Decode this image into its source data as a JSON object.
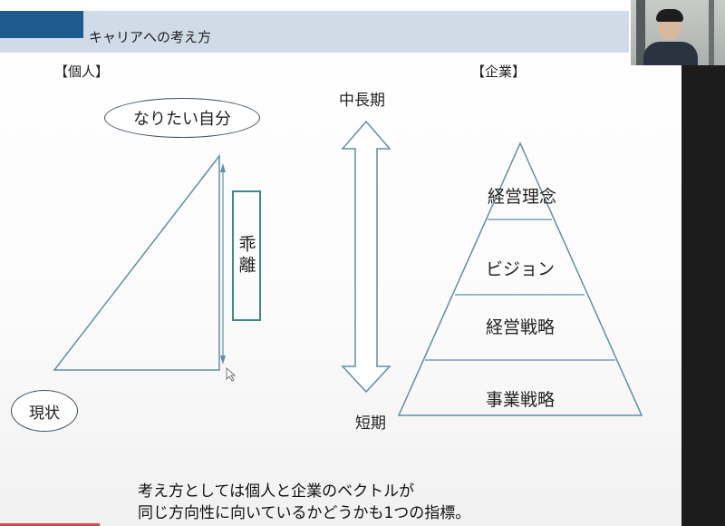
{
  "slide": {
    "title": "キャリアへの考え方",
    "individual_label": "【個人】",
    "company_label": "【企業】",
    "ideal_self": "なりたい自分",
    "current_state": "現状",
    "gap_label": "乖離",
    "timeline": {
      "top": "中長期",
      "bottom": "短期"
    },
    "pyramid": {
      "levels": [
        "経営理念",
        "ビジョン",
        "経営戦略",
        "事業戦略"
      ]
    },
    "footer_lines": [
      "考え方としては個人と企業のベクトルが",
      "同じ方向性に向いているかどうかも1つの指標。"
    ]
  },
  "colors": {
    "title_accent": "#1f5a8e",
    "title_bar": "#cfdbe6",
    "line": "#5f8fa3",
    "gap_box": "#3e8a86"
  }
}
